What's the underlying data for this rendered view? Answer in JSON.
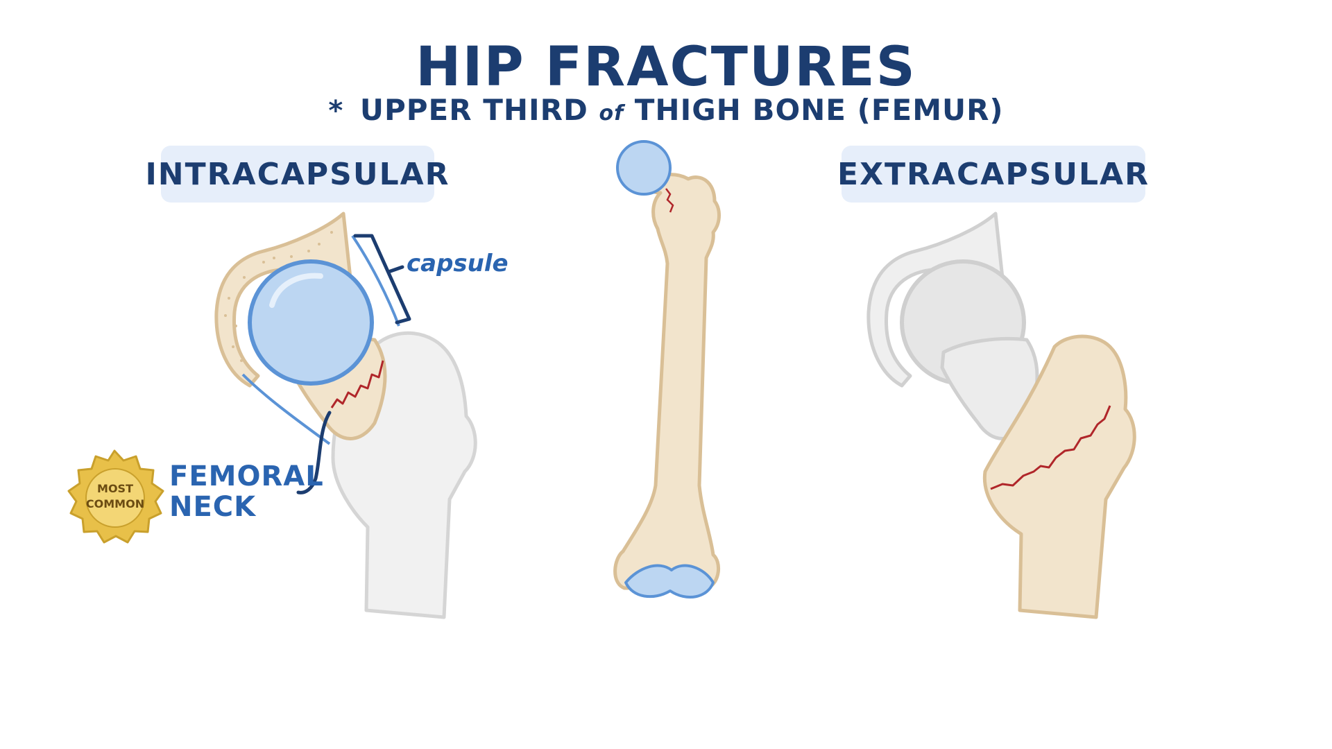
{
  "title": "HIP FRACTURES",
  "subtitle": {
    "star": "*",
    "part1": "UPPER THIRD",
    "of": "of",
    "part2": "THIGH BONE (FEMUR)"
  },
  "left_panel": {
    "heading": "INTRACAPSULAR",
    "capsule_label": "capsule",
    "neck_label_line1": "FEMORAL",
    "neck_label_line2": "NECK",
    "badge_line1": "MOST",
    "badge_line2": "COMMON"
  },
  "right_panel": {
    "heading": "EXTRACAPSULAR"
  },
  "colors": {
    "title": "#1c3d70",
    "label": "#2a64b0",
    "heading_bg": "#e6eefa",
    "bone": "#f2e4cc",
    "bone_outline": "#d9bf96",
    "cartilage": "#bcd6f2",
    "cartilage_outline": "#5b93d6",
    "fracture": "#b0262a",
    "badge": "#e8c049",
    "faded_bone": "#e6e6e6"
  }
}
